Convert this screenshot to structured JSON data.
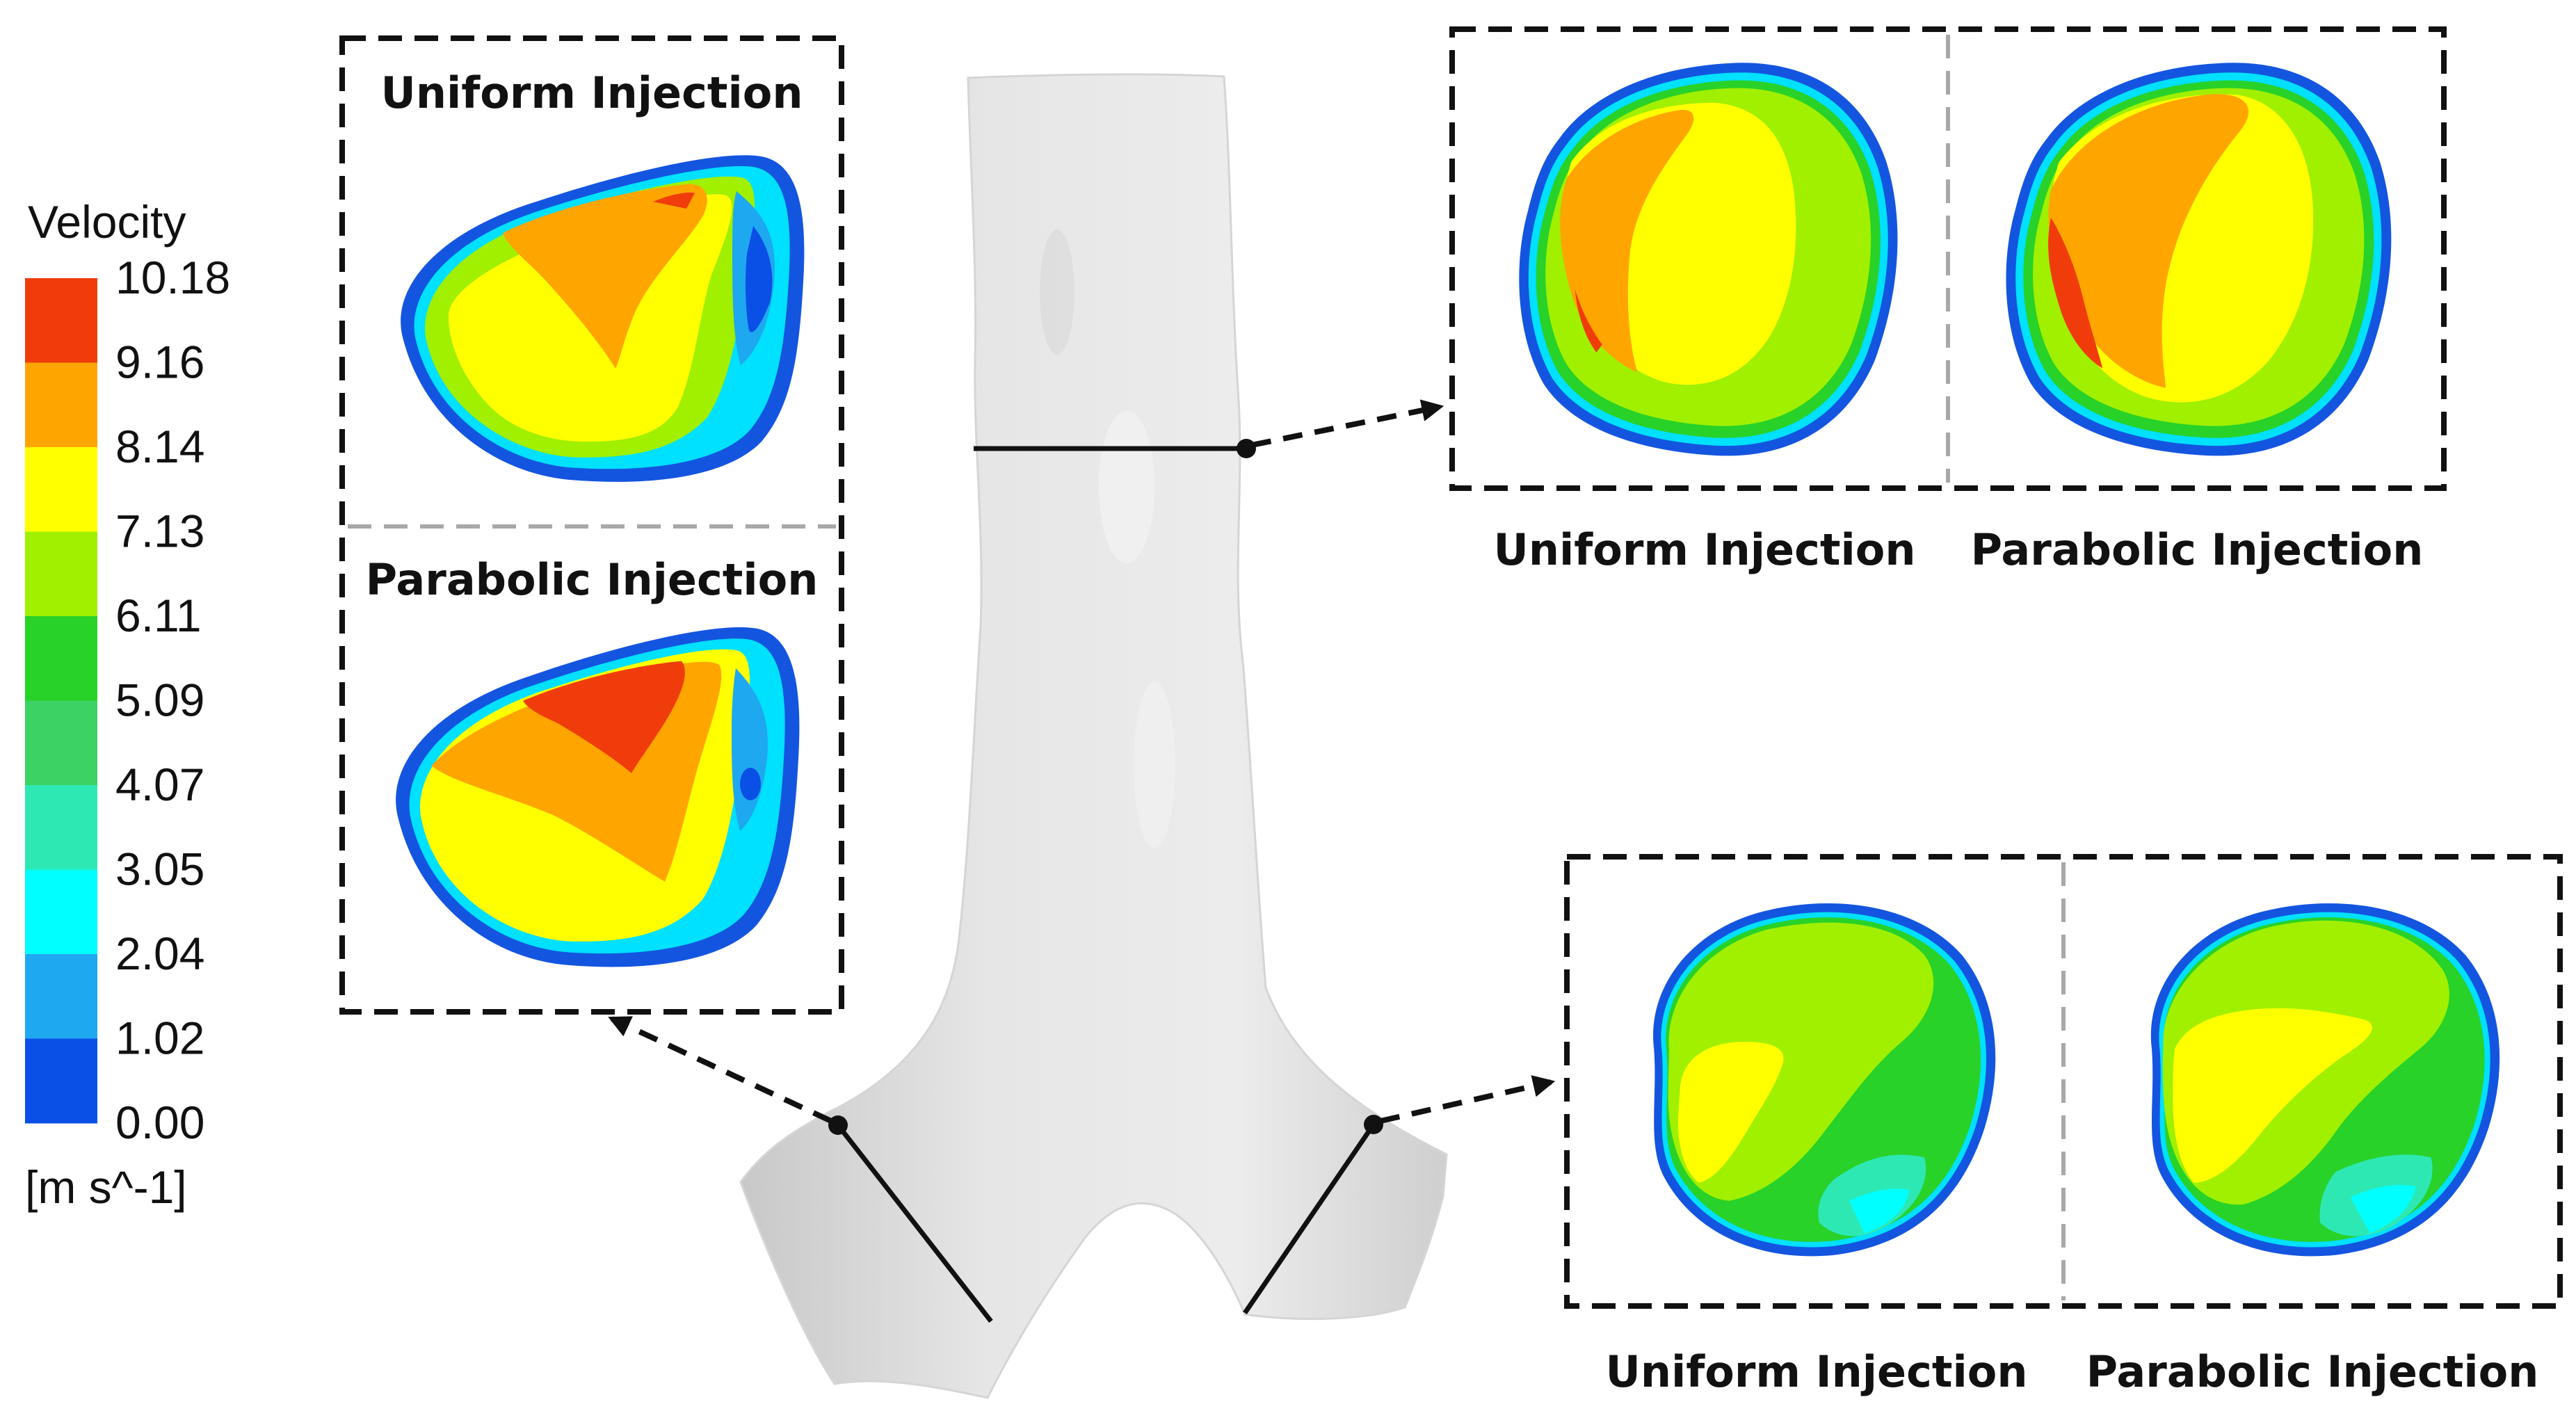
{
  "legend": {
    "title": "Velocity",
    "unit": "[m s^-1]",
    "levels": [
      "10.18",
      "9.16",
      "8.14",
      "7.13",
      "6.11",
      "5.09",
      "4.07",
      "3.05",
      "2.04",
      "1.02",
      "0.00"
    ],
    "colors": [
      "#f03c0a",
      "#ffa500",
      "#ffff00",
      "#a0f000",
      "#28d228",
      "#3cd264",
      "#2ee8b4",
      "#00ffff",
      "#1ea8f0",
      "#0a50e6"
    ]
  },
  "panels": {
    "left_branch": {
      "top_label": "Uniform Injection",
      "bottom_label": "Parabolic Injection"
    },
    "trachea": {
      "left_label": "Uniform Injection",
      "right_label": "Parabolic Injection"
    },
    "right_branch": {
      "left_label": "Uniform Injection",
      "right_label": "Parabolic Injection"
    }
  }
}
